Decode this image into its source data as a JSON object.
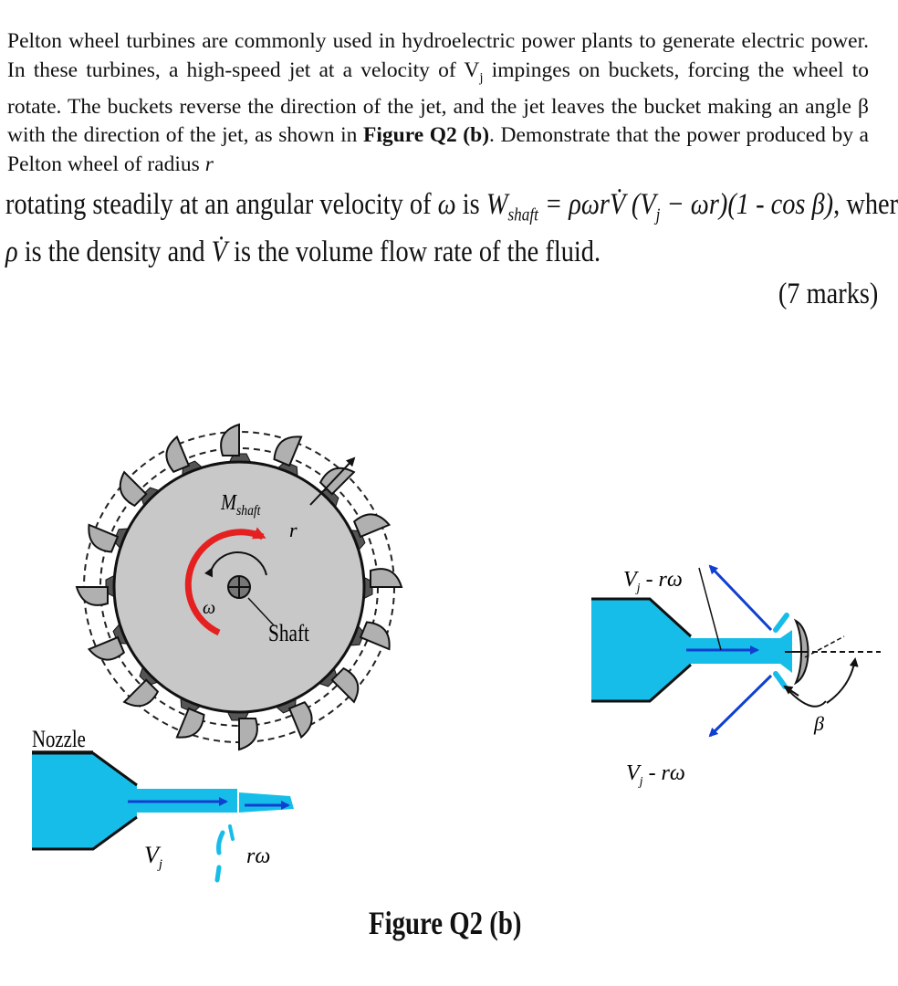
{
  "text": {
    "paragraph_a": "Pelton wheel turbines are commonly used in hydroelectric power plants to generate electric power. In these turbines, a high-speed jet at a velocity of V",
    "vj_sub": "j",
    "paragraph_b": " impinges on buckets, forcing the wheel to rotate. The buckets reverse the direction of the jet, and the jet leaves the bucket making an angle β with the direction of the jet, as shown in ",
    "figure_ref": "Figure Q2 (b)",
    "paragraph_c": ". Demonstrate that the power produced by a Pelton wheel of radius ",
    "radius_symbol": "r",
    "condition_a": "rotating steadily at an angular velocity of ",
    "omega": "ω",
    "condition_is": " is ",
    "w": "W",
    "w_sub": "shaft",
    "equation_rest": " = ρωrV̇ (V",
    "eq_j": "j",
    "equation_end": " − ωr)(1 - cos β)",
    "condition_where": ", where",
    "condition_b_rho": "ρ",
    "condition_b_mid": " is the density and ",
    "vdot": "V̇",
    "condition_b_end": " is the volume flow rate of the fluid.",
    "marks": "(7 marks)",
    "caption": "Figure Q2 (b)"
  },
  "figure": {
    "m_shaft_main": "M",
    "m_shaft_sub": "shaft",
    "radius_label": "r",
    "omega_label": "ω",
    "shaft_label": "Shaft",
    "nozzle_label": "Nozzle",
    "vj_main": "V",
    "vj_sub": "j",
    "romega_label": "rω",
    "vj_rw_upper": "V",
    "vj_rw_upper_sub": "j",
    "vj_rw_upper_rest": " - rω",
    "vj_rw_lower": "V",
    "vj_rw_lower_sub": "j",
    "vj_rw_lower_rest": " - rω",
    "beta_label": "β"
  },
  "colors": {
    "jet": "#17bde9",
    "arrow": "#1040d0",
    "wheel": "#c8c8c8",
    "moment": "#e52020"
  }
}
